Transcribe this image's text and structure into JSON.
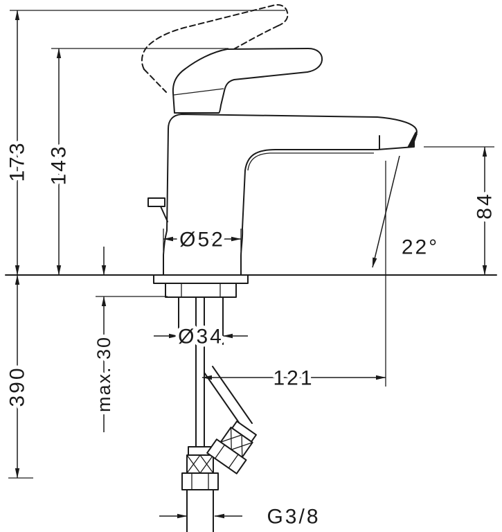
{
  "drawing": {
    "labels": {
      "height_total": "173",
      "height_body": "143",
      "below_depth": "390",
      "max_mounting": "max. 30",
      "base_dia": "Ø52",
      "shank_dia": "Ø34",
      "reach": "121",
      "spout_height": "84",
      "spray_angle": "22°",
      "connection_thread": "G3/8"
    },
    "colors": {
      "line": "#1a1a1a",
      "background": "#ffffff"
    }
  }
}
